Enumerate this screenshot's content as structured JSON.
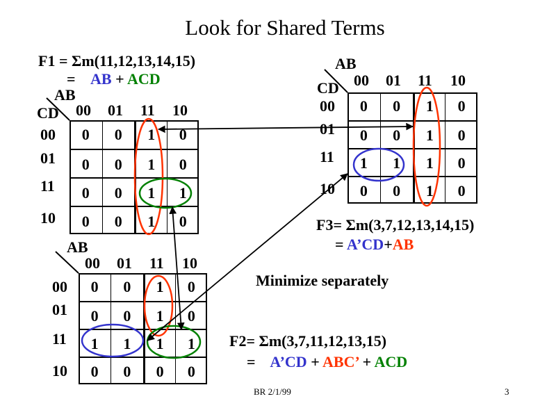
{
  "title": "Look for Shared Terms",
  "colors": {
    "blue": "#3333cc",
    "red": "#ff3300",
    "green": "#008000"
  },
  "f1": {
    "def": "F1 =  Σm(11,12,13,14,15)",
    "eq_prefix": "=",
    "term1": "AB",
    "plus1": " + ",
    "term2": "ACD"
  },
  "f3": {
    "def": "F3=  Σm(3,7,12,13,14,15)",
    "eq_prefix": "= ",
    "term1": "A’CD",
    "plus1": "+",
    "term2": "AB"
  },
  "f2": {
    "def": "F2=  Σm(3,7,11,12,13,15)",
    "eq_prefix": "=    ",
    "term1": "A’CD",
    "plus1": " + ",
    "term2": "ABC’",
    "plus2": " + ",
    "term3": "ACD"
  },
  "note": "Minimize separately",
  "footer": {
    "author_date": "BR 2/1/99",
    "page_number": "3"
  },
  "kmap_axis": {
    "col_var": "AB",
    "row_var": "CD",
    "codes": [
      "00",
      "01",
      "11",
      "10"
    ]
  },
  "kmaps": {
    "f1": {
      "cells": [
        [
          "0",
          "0",
          "1",
          "0"
        ],
        [
          "0",
          "0",
          "1",
          "0"
        ],
        [
          "0",
          "0",
          "1",
          "1"
        ],
        [
          "0",
          "0",
          "1",
          "0"
        ]
      ]
    },
    "f3": {
      "cells": [
        [
          "0",
          "0",
          "1",
          "0"
        ],
        [
          "0",
          "0",
          "1",
          "0"
        ],
        [
          "1",
          "1",
          "1",
          "0"
        ],
        [
          "0",
          "0",
          "1",
          "0"
        ]
      ]
    },
    "f2": {
      "cells": [
        [
          "0",
          "0",
          "1",
          "0"
        ],
        [
          "0",
          "0",
          "1",
          "0"
        ],
        [
          "1",
          "1",
          "1",
          "1"
        ],
        [
          "0",
          "0",
          "0",
          "0"
        ]
      ]
    }
  }
}
